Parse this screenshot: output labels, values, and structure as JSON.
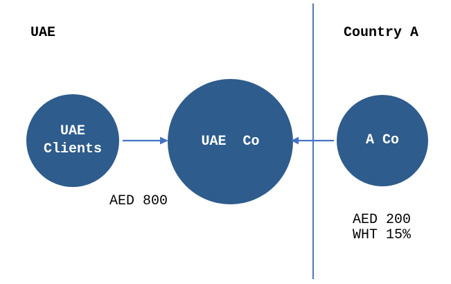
{
  "regions": {
    "left": {
      "label": "UAE"
    },
    "right": {
      "label": "Country A"
    }
  },
  "nodes": {
    "uae_clients": {
      "label": "UAE\nClients"
    },
    "uae_co": {
      "label": "UAE  Co"
    },
    "a_co": {
      "label": "A Co"
    }
  },
  "flows": {
    "clients_to_uae_co": {
      "from": "UAE Clients",
      "to": "UAE Co",
      "direction": "right",
      "label": "AED 800"
    },
    "a_co_to_uae_co": {
      "from": "A Co",
      "to": "UAE Co",
      "direction": "left",
      "label": "AED 200\nWHT 15%"
    }
  },
  "colors": {
    "node_fill": "#2E5C8C",
    "node_text": "#FFFFFF",
    "arrow": "#4472C4",
    "divider": "#4C76B9",
    "label_text": "#000000",
    "background": "#FFFFFF"
  }
}
